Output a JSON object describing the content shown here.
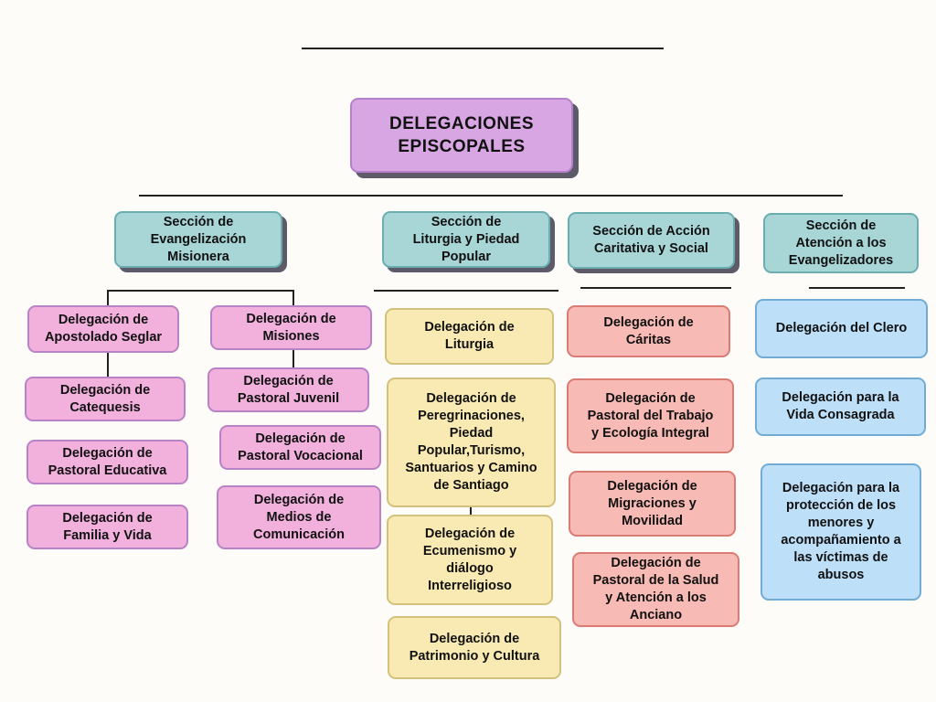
{
  "title": "DELEGACIONES\nEPISCOPALES",
  "sections": [
    {
      "label": "Sección de\nEvangelización\nMisionera",
      "delegations_left": [
        "Delegación de\nApostolado Seglar",
        "Delegación de\nCatequesis",
        "Delegación de\nPastoral Educativa",
        "Delegación de\nFamilia y Vida"
      ],
      "delegations_right": [
        "Delegación de\nMisiones",
        "Delegación de\nPastoral Juvenil",
        "Delegación de\nPastoral Vocacional",
        "Delegación de\nMedios de\nComunicación"
      ]
    },
    {
      "label": "Sección de\nLiturgia y Piedad\nPopular",
      "delegations": [
        "Delegación de\nLiturgia",
        "Delegación de\nPeregrinaciones,\nPiedad\nPopular,Turismo,\nSantuarios y Camino\nde Santiago",
        "Delegación de\nEcumenismo y\ndiálogo\nInterreligioso",
        "Delegación de\nPatrimonio y Cultura"
      ]
    },
    {
      "label": "Sección de Acción\nCaritativa y Social",
      "delegations": [
        "Delegación de\nCáritas",
        "Delegación de\nPastoral del Trabajo\ny Ecología Integral",
        "Delegación de\nMigraciones y\nMovilidad",
        "Delegación de\nPastoral de la Salud\ny Atención a los\nAnciano"
      ]
    },
    {
      "label": "Sección de\nAtención a los\nEvangelizadores",
      "delegations": [
        "Delegación del Clero",
        "Delegación para la\nVida Consagrada",
        "Delegación para la\nprotección de los\nmenores y\nacompañamiento a\nlas víctimas de\nabusos"
      ]
    }
  ],
  "colors": {
    "title": "#d7a6e3",
    "section": "#a8d5d6",
    "evangelizacion": "#f2b1dc",
    "liturgia": "#f8eab2",
    "caritativa": "#f8bab5",
    "evangelizadores": "#bde0f8"
  }
}
